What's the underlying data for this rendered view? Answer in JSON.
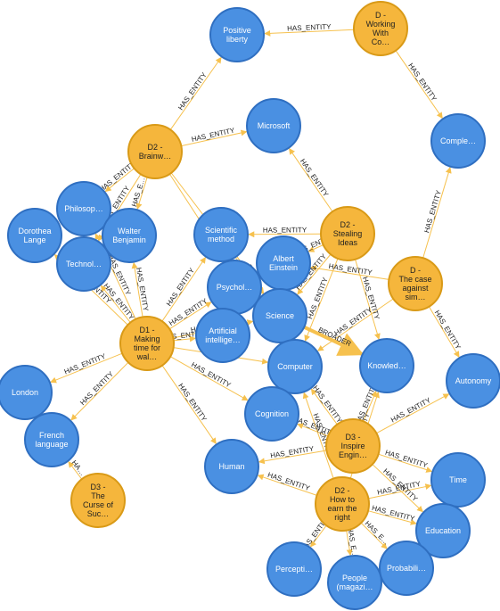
{
  "colors": {
    "entity": "#4a90e2",
    "entity_stroke": "#2f6fc1",
    "document": "#f5b63c",
    "document_stroke": "#d99a17",
    "edge": "#f6c14e"
  },
  "nodes": [
    {
      "id": "positive-liberty",
      "kind": "entity",
      "lines": [
        "Positive",
        "liberty"
      ]
    },
    {
      "id": "d-working",
      "kind": "document",
      "lines": [
        "D -",
        "Working",
        "With",
        "Co…"
      ]
    },
    {
      "id": "microsoft",
      "kind": "entity",
      "lines": [
        "Microsoft"
      ]
    },
    {
      "id": "comple",
      "kind": "entity",
      "lines": [
        "Comple…"
      ]
    },
    {
      "id": "d2-brainw",
      "kind": "document",
      "lines": [
        "D2 -",
        "Brainw…"
      ]
    },
    {
      "id": "philosop",
      "kind": "entity",
      "lines": [
        "Philosop…"
      ]
    },
    {
      "id": "walter-benjamin",
      "kind": "entity",
      "lines": [
        "Walter",
        "Benjamin"
      ]
    },
    {
      "id": "dorothea-lange",
      "kind": "entity",
      "lines": [
        "Dorothea",
        "Lange"
      ]
    },
    {
      "id": "technol",
      "kind": "entity",
      "lines": [
        "Technol…"
      ]
    },
    {
      "id": "scientific-method",
      "kind": "entity",
      "lines": [
        "Scientific",
        "method"
      ]
    },
    {
      "id": "d2-stealing",
      "kind": "document",
      "lines": [
        "D2 -",
        "Stealing",
        "Ideas"
      ]
    },
    {
      "id": "albert-einstein",
      "kind": "entity",
      "lines": [
        "Albert",
        "Einstein"
      ]
    },
    {
      "id": "psychol",
      "kind": "entity",
      "lines": [
        "Psychol…"
      ]
    },
    {
      "id": "d-case",
      "kind": "document",
      "lines": [
        "D -",
        "The case",
        "against",
        "sim…"
      ]
    },
    {
      "id": "science",
      "kind": "entity",
      "lines": [
        "Science"
      ]
    },
    {
      "id": "artificial",
      "kind": "entity",
      "lines": [
        "Artificial",
        "intellige…"
      ]
    },
    {
      "id": "d1-making",
      "kind": "document",
      "lines": [
        "D1 -",
        "Making",
        "time for",
        "wal…"
      ]
    },
    {
      "id": "computer",
      "kind": "entity",
      "lines": [
        "Computer"
      ]
    },
    {
      "id": "knowled",
      "kind": "entity",
      "lines": [
        "Knowled…"
      ]
    },
    {
      "id": "autonomy",
      "kind": "entity",
      "lines": [
        "Autonomy"
      ]
    },
    {
      "id": "london",
      "kind": "entity",
      "lines": [
        "London"
      ]
    },
    {
      "id": "cognition",
      "kind": "entity",
      "lines": [
        "Cognition"
      ]
    },
    {
      "id": "french-language",
      "kind": "entity",
      "lines": [
        "French",
        "language"
      ]
    },
    {
      "id": "d3-inspire",
      "kind": "document",
      "lines": [
        "D3 -",
        "Inspire",
        "Engin…"
      ]
    },
    {
      "id": "human",
      "kind": "entity",
      "lines": [
        "Human"
      ]
    },
    {
      "id": "time",
      "kind": "entity",
      "lines": [
        "Time"
      ]
    },
    {
      "id": "d2-earn",
      "kind": "document",
      "lines": [
        "D2 -",
        "How to",
        "earn the",
        "right"
      ]
    },
    {
      "id": "d3-curse",
      "kind": "document",
      "lines": [
        "D3 -",
        "The",
        "Curse of",
        "Suc…"
      ]
    },
    {
      "id": "education",
      "kind": "entity",
      "lines": [
        "Education"
      ]
    },
    {
      "id": "percepti",
      "kind": "entity",
      "lines": [
        "Percepti…"
      ]
    },
    {
      "id": "people",
      "kind": "entity",
      "lines": [
        "People",
        "(magazi…"
      ]
    },
    {
      "id": "probabili",
      "kind": "entity",
      "lines": [
        "Probabili…"
      ]
    }
  ],
  "edges": [
    {
      "from": "d-working",
      "to": "positive-liberty",
      "label": "HAS_ENTITY"
    },
    {
      "from": "d-working",
      "to": "comple",
      "label": "HAS_ENTITY"
    },
    {
      "from": "d2-brainw",
      "to": "positive-liberty",
      "label": "HAS_ENTITY"
    },
    {
      "from": "d2-brainw",
      "to": "microsoft",
      "label": "HAS_ENTITY"
    },
    {
      "from": "d2-brainw",
      "to": "philosop",
      "label": "HAS_ENTITY"
    },
    {
      "from": "d2-brainw",
      "to": "walter-benjamin",
      "label": "HAS_E…"
    },
    {
      "from": "d2-brainw",
      "to": "technol",
      "label": "HAS_ENTITY"
    },
    {
      "from": "d2-brainw",
      "to": "science",
      "label": "HAS_ENTITY"
    },
    {
      "from": "d2-brainw",
      "to": "computer",
      "label": "HAS_ENTITY"
    },
    {
      "from": "d2-stealing",
      "to": "microsoft",
      "label": "HAS_ENTITY"
    },
    {
      "from": "d2-stealing",
      "to": "scientific-method",
      "label": "HAS_ENTITY"
    },
    {
      "from": "d2-stealing",
      "to": "albert-einstein",
      "label": "HAS_ENTITY"
    },
    {
      "from": "d2-stealing",
      "to": "science",
      "label": "HAS_ENTITY"
    },
    {
      "from": "d2-stealing",
      "to": "knowled",
      "label": "HAS_ENTITY"
    },
    {
      "from": "d2-stealing",
      "to": "computer",
      "label": "HAS_ENTITY"
    },
    {
      "from": "d-case",
      "to": "comple",
      "label": "HAS_ENTITY"
    },
    {
      "from": "d-case",
      "to": "albert-einstein",
      "label": "HAS_ENTITY"
    },
    {
      "from": "d-case",
      "to": "autonomy",
      "label": "HAS_ENTITY"
    },
    {
      "from": "d-case",
      "to": "computer",
      "label": "HAS_ENTITY"
    },
    {
      "from": "scientific-method",
      "to": "science",
      "label": "BR…"
    },
    {
      "from": "science",
      "to": "knowled",
      "label": "BROADER",
      "thick": true
    },
    {
      "from": "d1-making",
      "to": "philosop",
      "label": "HAS_ENTITY"
    },
    {
      "from": "d1-making",
      "to": "walter-benjamin",
      "label": "HAS_ENTITY"
    },
    {
      "from": "d1-making",
      "to": "dorothea-lange",
      "label": "HAS_ENTITY"
    },
    {
      "from": "d1-making",
      "to": "technol",
      "label": "HAS_ENTITY"
    },
    {
      "from": "d1-making",
      "to": "scientific-method",
      "label": "HAS_ENTITY"
    },
    {
      "from": "d1-making",
      "to": "psychol",
      "label": "HAS_ENTITY"
    },
    {
      "from": "d1-making",
      "to": "science",
      "label": "HAS_ENTITY"
    },
    {
      "from": "d1-making",
      "to": "artificial",
      "label": "HAS_ENTITY"
    },
    {
      "from": "d1-making",
      "to": "computer",
      "label": "HAS_ENTITY"
    },
    {
      "from": "d1-making",
      "to": "cognition",
      "label": "HAS_ENTITY"
    },
    {
      "from": "d1-making",
      "to": "london",
      "label": "HAS_ENTITY"
    },
    {
      "from": "d1-making",
      "to": "french-language",
      "label": "HAS_ENTITY"
    },
    {
      "from": "d1-making",
      "to": "human",
      "label": "HAS_ENTITY"
    },
    {
      "from": "d3-curse",
      "to": "french-language",
      "label": "HA…"
    },
    {
      "from": "d3-inspire",
      "to": "computer",
      "label": "HAS_ENTITY"
    },
    {
      "from": "d3-inspire",
      "to": "knowled",
      "label": "HAS_ENTITY"
    },
    {
      "from": "d3-inspire",
      "to": "autonomy",
      "label": "HAS_ENTITY"
    },
    {
      "from": "d3-inspire",
      "to": "cognition",
      "label": "HAS_ENTITY"
    },
    {
      "from": "d3-inspire",
      "to": "human",
      "label": "HAS_ENTITY"
    },
    {
      "from": "d3-inspire",
      "to": "time",
      "label": "HAS_ENTITY"
    },
    {
      "from": "d3-inspire",
      "to": "education",
      "label": "HAS_ENTITY"
    },
    {
      "from": "d2-earn",
      "to": "human",
      "label": "HAS_ENTITY"
    },
    {
      "from": "d2-earn",
      "to": "computer",
      "label": "HAS_ENTITY"
    },
    {
      "from": "d2-earn",
      "to": "knowled",
      "label": "HAS_ENTITY"
    },
    {
      "from": "d2-earn",
      "to": "time",
      "label": "HAS_ENTITY"
    },
    {
      "from": "d2-earn",
      "to": "education",
      "label": "HAS_ENTITY"
    },
    {
      "from": "d2-earn",
      "to": "percepti",
      "label": "HAS_ENTITY"
    },
    {
      "from": "d2-earn",
      "to": "people",
      "label": "HAS_E…"
    },
    {
      "from": "d2-earn",
      "to": "probabili",
      "label": "HAS_E…"
    }
  ]
}
